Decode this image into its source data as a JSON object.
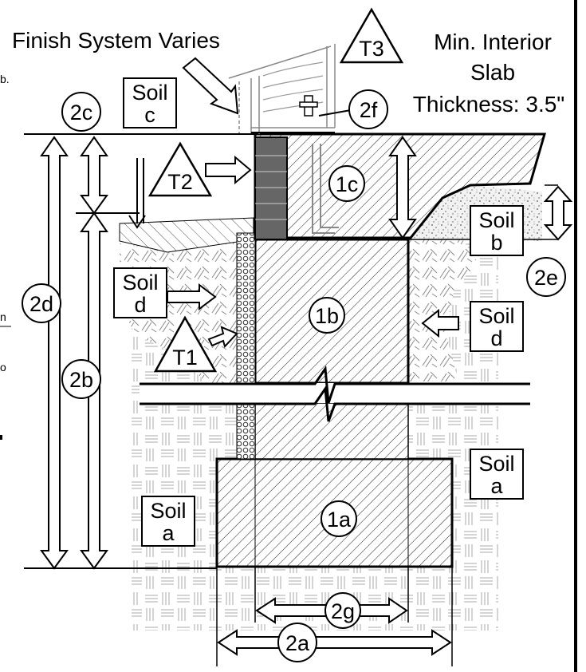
{
  "notes": {
    "finish": "Finish System Varies",
    "slab_line1": "Min. Interior",
    "slab_line2": "Slab",
    "slab_line3": "Thickness: 3.5\""
  },
  "callouts": {
    "c1a": "1a",
    "c1b": "1b",
    "c1c": "1c",
    "c2a": "2a",
    "c2b": "2b",
    "c2c": "2c",
    "c2d": "2d",
    "c2e": "2e",
    "c2f": "2f",
    "c2g": "2g"
  },
  "triangles": {
    "t1": "T1",
    "t2": "T2",
    "t3": "T3"
  },
  "soils": {
    "word": "Soil",
    "a": "a",
    "b": "b",
    "c": "c",
    "d": "d"
  },
  "edge_fragments": {
    "f1": "b.",
    "f2": "n",
    "f3": "o"
  }
}
